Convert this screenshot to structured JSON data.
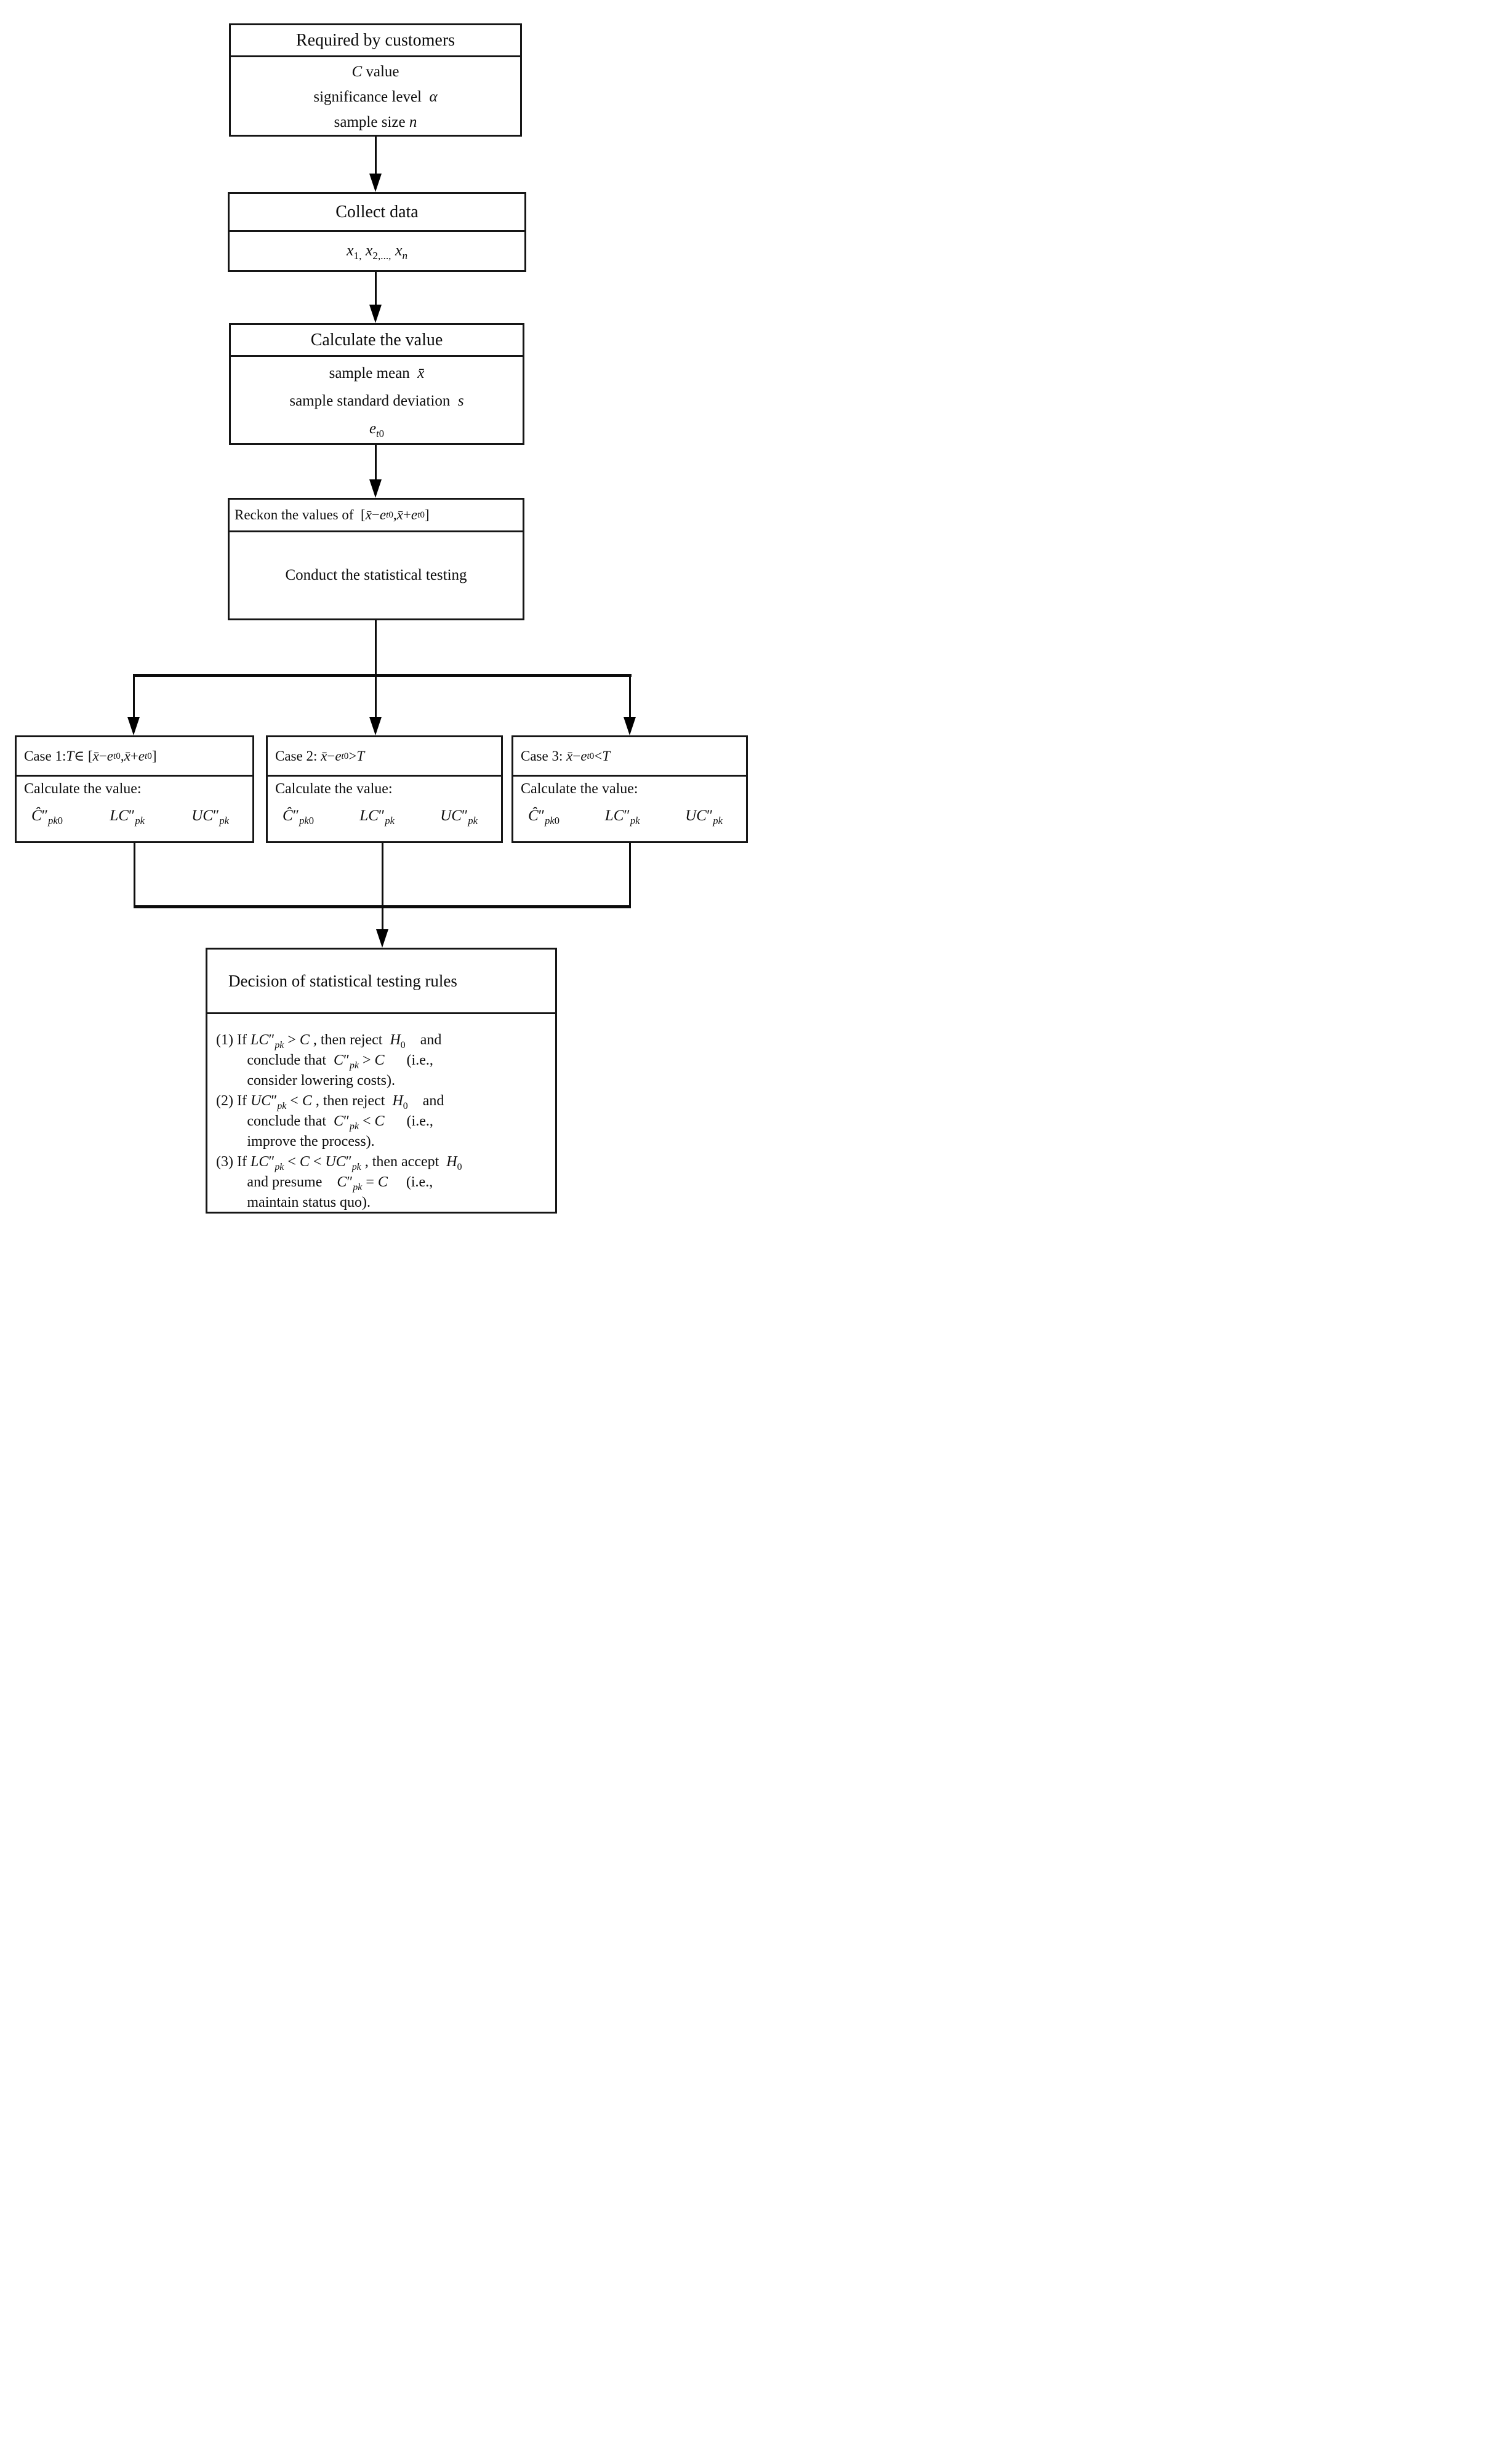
{
  "figure": {
    "required": {
      "title": "Required by customers",
      "lines": [
        "<i>C</i> value",
        "significance level  <i>α</i>",
        "sample size <i>n</i>"
      ]
    },
    "collect": {
      "title": "Collect data",
      "lines": [
        "<i>x</i><sub>1,</sub> <i>x</i><sub>2,...,</sub> <i>x</i><sub><i>n</i></sub>"
      ]
    },
    "calculate": {
      "title": "Calculate the value",
      "lines": [
        "sample mean  <i>x̄</i>",
        "sample standard deviation  <i>s</i>",
        "<i>e</i><sub><i>t</i>0</sub>"
      ]
    },
    "reckon": {
      "title": "Reckon the values of  [<i>x̄</i> − <i>e</i><sub><i>t</i>0</sub> , <i>x̄</i> + <i>e</i><sub><i>t</i>0</sub>]",
      "body": "Conduct the statistical testing"
    },
    "cases": [
      {
        "title": "Case 1: <i>T</i> ∈ [<i>x̄</i> − <i>e</i><sub><i>t</i>0</sub>, <i>x̄</i> + <i>e</i><sub><i>t</i>0</sub>]",
        "label": "Calculate the value:",
        "formulas": [
          "<i>Ĉ</i>″<sub><i>pk</i>0</sub>",
          "<i>LC</i>″<sub><i>pk</i></sub>",
          "<i>UC</i>″<sub><i>pk</i></sub>"
        ]
      },
      {
        "title": "Case 2:  <i>x̄</i> − <i>e</i><sub><i>t</i>0</sub> &gt; <i>T</i>",
        "label": "Calculate the value:",
        "formulas": [
          "<i>Ĉ</i>″<sub><i>pk</i>0</sub>",
          "<i>LC</i>″<sub><i>pk</i></sub>",
          "<i>UC</i>″<sub><i>pk</i></sub>"
        ]
      },
      {
        "title": "Case 3:  <i>x̄</i> − <i>e</i><sub><i>t</i>0</sub> &lt; <i>T</i>",
        "label": "Calculate the value:",
        "formulas": [
          "<i>Ĉ</i>″<sub><i>pk</i>0</sub>",
          "<i>LC</i>″<sub><i>pk</i></sub>",
          "<i>UC</i>″<sub><i>pk</i></sub>"
        ]
      }
    ],
    "decision": {
      "title": "Decision of statistical testing rules",
      "rules": [
        "(1) If <i>LC</i>″<sub><i>pk</i></sub> &gt; <i>C</i> , then reject  <i>H</i><sub>0</sub>    and<br>conclude that  <i>C</i>″<sub><i>pk</i></sub> &gt; <i>C</i>      (i.e.,<br>consider lowering costs).",
        "(2) If <i>UC</i>″<sub><i>pk</i></sub> &lt; <i>C</i> , then reject  <i>H</i><sub>0</sub>    and<br>conclude that  <i>C</i>″<sub><i>pk</i></sub> &lt; <i>C</i>      (i.e.,<br>improve the process).",
        "(3) If <i>LC</i>″<sub><i>pk</i></sub> &lt; <i>C</i> &lt; <i>UC</i>″<sub><i>pk</i></sub> , then accept  <i>H</i><sub>0</sub><br>and presume    <i>C</i>″<sub><i>pk</i></sub> = <i>C</i>     (i.e.,<br>maintain status quo)."
      ]
    }
  }
}
